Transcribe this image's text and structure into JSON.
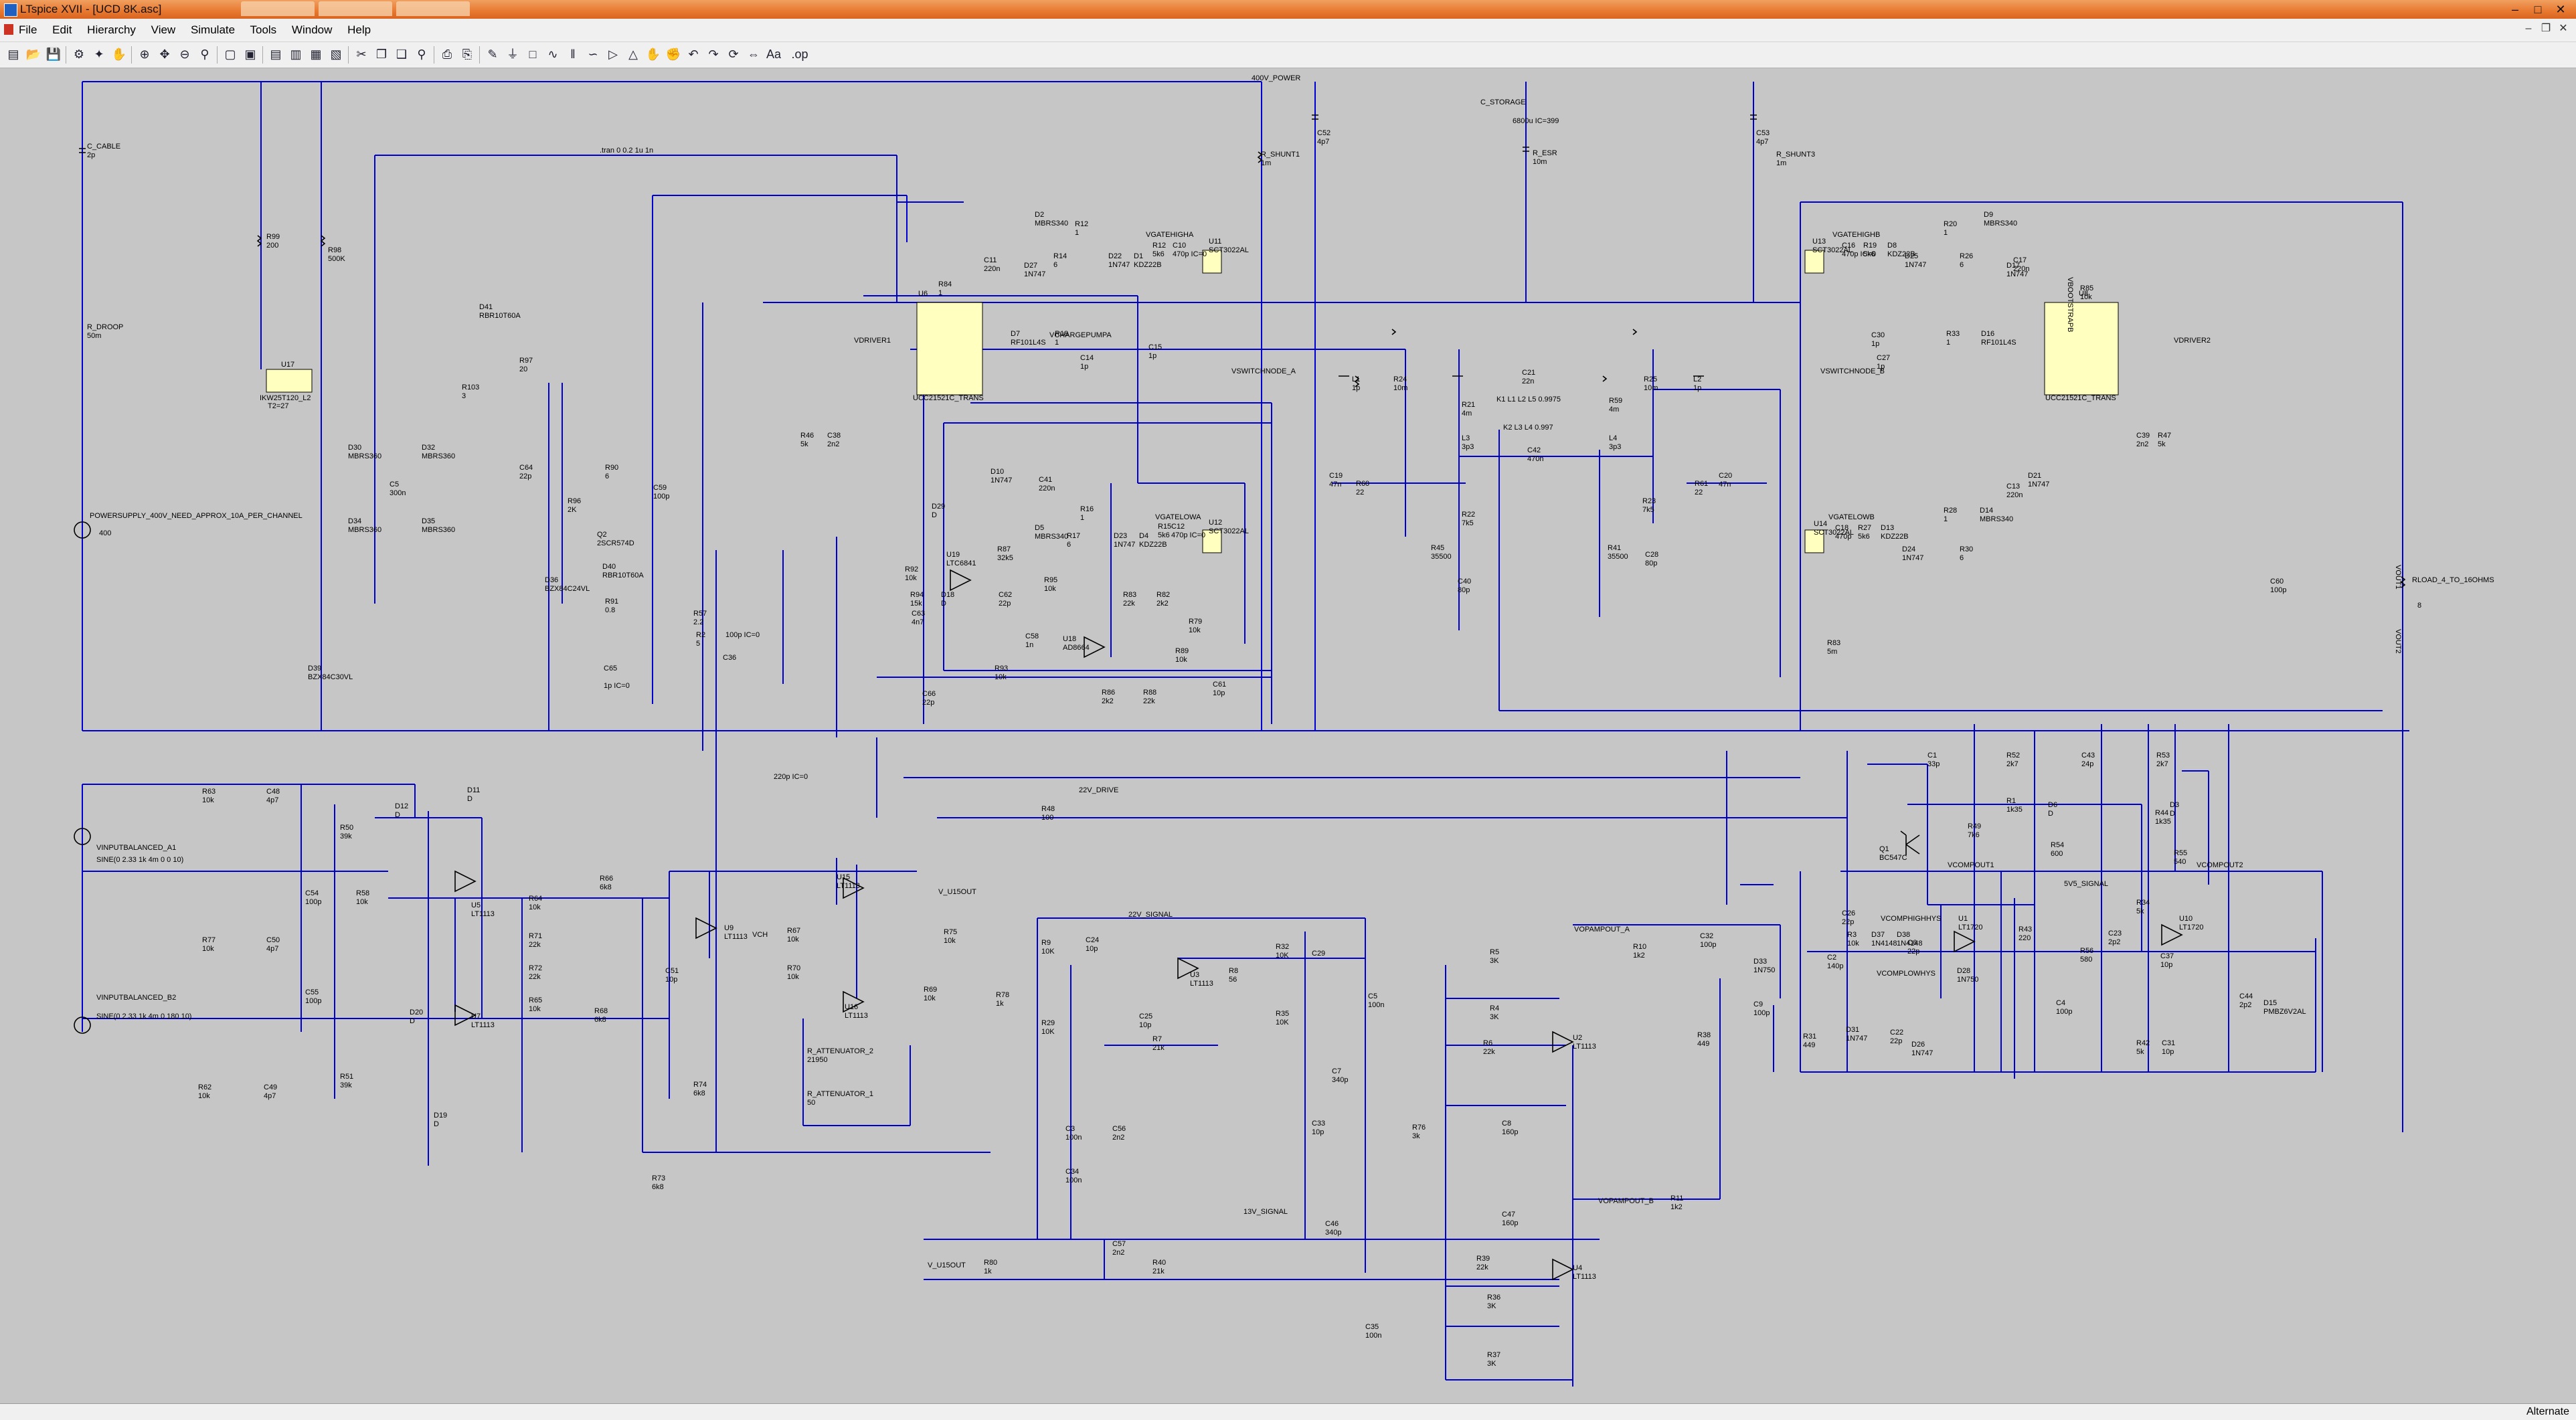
{
  "window": {
    "title": "LTspice XVII - [UCD 8K.asc]",
    "menus": [
      "File",
      "Edit",
      "Hierarchy",
      "View",
      "Simulate",
      "Tools",
      "Window",
      "Help"
    ],
    "status_text": "Alternate"
  },
  "schematic": {
    "directive": ".tran 0 0.2 1u 1n",
    "nets": {
      "power400": "400V_POWER",
      "c_storage": "C_STORAGE",
      "vswitch_a": "VSWITCHNODE_A",
      "vswitch_b": "VSWITCHNODE_B",
      "drive22": "22V_DRIVE",
      "signal22": "22V_SIGNAL",
      "v_u15out": "V_U15OUT",
      "v_u15out2": "V_U15OUT",
      "vopampout_a": "VOPAMPOUT_A",
      "vopampout_b": "VOPAMPOUT_B",
      "signal13": "13V_SIGNAL",
      "signal5": "5V5_SIGNAL",
      "vcompout1": "VCOMPOUT1",
      "vcompout2": "VCOMPOUT2",
      "vcomphighhys": "VCOMPHIGHHYS",
      "vcomplowhys": "VCOMPLOWHYS",
      "vgatehigha": "VGATEHIGHA",
      "vgatelowa": "VGATELOWA",
      "vgatehighb": "VGATEHIGHB",
      "vgatelowb": "VGATELOWB",
      "vdriver1": "VDRIVER1",
      "vdriver2": "VDRIVER2",
      "vchargepump": "VCHARGEPUMPA",
      "vout1": "VOUT1",
      "vout2": "VOUT2",
      "vch": "VCH",
      "vbootstrap_b": "VBOOTSTRAPB"
    },
    "texts": {
      "ps_label": "POWERSUPPLY_400V_NEED_APPROX_10A_PER_CHANNEL",
      "ps_val": "400",
      "vin_a": "VINPUTBALANCED_A1",
      "vin_a_sine": "SINE(0 2.33 1k 4m 0 0 10)",
      "vin_b": "VINPUTBALANCED_B2",
      "vin_b_sine": "SINE(0 2.33 1k 4m 0 180 10)",
      "rload": "RLOAD_4_TO_16OHMS",
      "rload_val": "8",
      "k1": "K1 L1 L2 L5 0.9975",
      "k2": "K2 L3 L4 0.997",
      "cstor_val": "6800u IC=399",
      "c45": "220p IC=0",
      "c36ic": "100p IC=0",
      "c65ic": "1p IC=0",
      "driver_part": "UCC21521C_TRANS",
      "u17_part": "IKW25T120_L2",
      "u17_t": "T2=27"
    },
    "components": [
      {
        "ref": "C_CABLE",
        "val": "2p"
      },
      {
        "ref": "R_DROOP",
        "val": "50m"
      },
      {
        "ref": "R99",
        "val": "200"
      },
      {
        "ref": "R98",
        "val": "500K"
      },
      {
        "ref": "U17",
        "val": ""
      },
      {
        "ref": "D41",
        "val": "RBR10T60A"
      },
      {
        "ref": "R97",
        "val": "20"
      },
      {
        "ref": "R103",
        "val": "3"
      },
      {
        "ref": "D30",
        "val": "MBRS360"
      },
      {
        "ref": "D32",
        "val": "MBRS360"
      },
      {
        "ref": "D34",
        "val": "MBRS360"
      },
      {
        "ref": "D35",
        "val": "MBRS360"
      },
      {
        "ref": "C5",
        "val": "300n"
      },
      {
        "ref": "C64",
        "val": "22p"
      },
      {
        "ref": "R90",
        "val": "6"
      },
      {
        "ref": "R96",
        "val": "2K"
      },
      {
        "ref": "Q2",
        "val": "2SCR574D"
      },
      {
        "ref": "D40",
        "val": "RBR10T60A"
      },
      {
        "ref": "D36",
        "val": "BZX84C24VL"
      },
      {
        "ref": "R91",
        "val": "0.8"
      },
      {
        "ref": "C65",
        "val": ""
      },
      {
        "ref": "D39",
        "val": "BZX84C30VL"
      },
      {
        "ref": "C59",
        "val": "100p"
      },
      {
        "ref": "R57",
        "val": "2.2"
      },
      {
        "ref": "R2",
        "val": "5"
      },
      {
        "ref": "C36",
        "val": ""
      },
      {
        "ref": "R46",
        "val": "5k"
      },
      {
        "ref": "C38",
        "val": "2n2"
      },
      {
        "ref": "R84",
        "val": "1"
      },
      {
        "ref": "U6",
        "val": ""
      },
      {
        "ref": "D2",
        "val": "MBRS340"
      },
      {
        "ref": "R12",
        "val": "1"
      },
      {
        "ref": "R14",
        "val": "6"
      },
      {
        "ref": "D27",
        "val": "1N747"
      },
      {
        "ref": "C11",
        "val": "220n"
      },
      {
        "ref": "D22",
        "val": "1N747"
      },
      {
        "ref": "D1",
        "val": "KDZ22B"
      },
      {
        "ref": "R12b",
        "val": "5k6"
      },
      {
        "ref": "C10",
        "val": "470p IC=0"
      },
      {
        "ref": "U11",
        "val": "SCT3022AL"
      },
      {
        "ref": "D7",
        "val": "RF101L4S"
      },
      {
        "ref": "R18",
        "val": "1"
      },
      {
        "ref": "C14",
        "val": "1p"
      },
      {
        "ref": "C15",
        "val": "1p"
      },
      {
        "ref": "L1",
        "val": "1p"
      },
      {
        "ref": "R24",
        "val": "10m"
      },
      {
        "ref": "C21",
        "val": "22n"
      },
      {
        "ref": "R25",
        "val": "10m"
      },
      {
        "ref": "L2",
        "val": "1p"
      },
      {
        "ref": "R_SHUNT1",
        "val": "1m"
      },
      {
        "ref": "C52",
        "val": "4p7"
      },
      {
        "ref": "R_ESR",
        "val": "10m"
      },
      {
        "ref": "C53",
        "val": "4p7"
      },
      {
        "ref": "R_SHUNT3",
        "val": "1m"
      },
      {
        "ref": "U13",
        "val": "SCT3022AL"
      },
      {
        "ref": "C16",
        "val": "470p IC=0"
      },
      {
        "ref": "R19",
        "val": "5k6"
      },
      {
        "ref": "D8",
        "val": "KDZ22B"
      },
      {
        "ref": "D25",
        "val": "1N747"
      },
      {
        "ref": "R20",
        "val": "1"
      },
      {
        "ref": "D9",
        "val": "MBRS340"
      },
      {
        "ref": "R26",
        "val": "6"
      },
      {
        "ref": "C17",
        "val": "220n"
      },
      {
        "ref": "D17",
        "val": "1N747"
      },
      {
        "ref": "R85",
        "val": "10k"
      },
      {
        "ref": "U8",
        "val": ""
      },
      {
        "ref": "C30",
        "val": "1p"
      },
      {
        "ref": "C27",
        "val": "1p"
      },
      {
        "ref": "R33",
        "val": "1"
      },
      {
        "ref": "D16",
        "val": "RF101L4S"
      },
      {
        "ref": "R21",
        "val": "4m"
      },
      {
        "ref": "L3",
        "val": "3p3"
      },
      {
        "ref": "R59",
        "val": "4m"
      },
      {
        "ref": "L4",
        "val": "3p3"
      },
      {
        "ref": "C42",
        "val": "470n"
      },
      {
        "ref": "C19",
        "val": "47n"
      },
      {
        "ref": "R60",
        "val": "22"
      },
      {
        "ref": "R22",
        "val": "7k5"
      },
      {
        "ref": "R45",
        "val": "35500"
      },
      {
        "ref": "C40",
        "val": "80p"
      },
      {
        "ref": "R41",
        "val": "35500"
      },
      {
        "ref": "R23",
        "val": "7k5"
      },
      {
        "ref": "C28",
        "val": "80p"
      },
      {
        "ref": "R61",
        "val": "22"
      },
      {
        "ref": "C20",
        "val": "47n"
      },
      {
        "ref": "U14",
        "val": "SCT3022AL"
      },
      {
        "ref": "C18",
        "val": "470p"
      },
      {
        "ref": "R27",
        "val": "5k6"
      },
      {
        "ref": "D13",
        "val": "KDZ22B"
      },
      {
        "ref": "D24",
        "val": "1N747"
      },
      {
        "ref": "R28",
        "val": "1"
      },
      {
        "ref": "D14",
        "val": "MBRS340"
      },
      {
        "ref": "R30",
        "val": "6"
      },
      {
        "ref": "C13",
        "val": "220n"
      },
      {
        "ref": "D21",
        "val": "1N747"
      },
      {
        "ref": "C39",
        "val": "2n2"
      },
      {
        "ref": "R47",
        "val": "5k"
      },
      {
        "ref": "C60",
        "val": "100p"
      },
      {
        "ref": "R83",
        "val": "5m"
      },
      {
        "ref": "D10",
        "val": "1N747"
      },
      {
        "ref": "C41",
        "val": "220n"
      },
      {
        "ref": "D5",
        "val": "MBRS340"
      },
      {
        "ref": "R16",
        "val": "1"
      },
      {
        "ref": "R17",
        "val": "6"
      },
      {
        "ref": "D23",
        "val": "1N747"
      },
      {
        "ref": "D4",
        "val": "KDZ22B"
      },
      {
        "ref": "R15",
        "val": "5k6"
      },
      {
        "ref": "C12",
        "val": "470p IC=0"
      },
      {
        "ref": "U12",
        "val": "SCT3022AL"
      },
      {
        "ref": "R87",
        "val": "32k5"
      },
      {
        "ref": "U19",
        "val": "LTC6841"
      },
      {
        "ref": "D29",
        "val": "D"
      },
      {
        "ref": "R92",
        "val": "10k"
      },
      {
        "ref": "R94",
        "val": "15k"
      },
      {
        "ref": "C63",
        "val": "4n7"
      },
      {
        "ref": "D18",
        "val": "D"
      },
      {
        "ref": "C62",
        "val": "22p"
      },
      {
        "ref": "R95",
        "val": "10k"
      },
      {
        "ref": "C58",
        "val": "1n"
      },
      {
        "ref": "R93",
        "val": "10k"
      },
      {
        "ref": "C66",
        "val": "22p"
      },
      {
        "ref": "U18",
        "val": "AD8664"
      },
      {
        "ref": "R83b",
        "val": "22k"
      },
      {
        "ref": "R82",
        "val": "2k2"
      },
      {
        "ref": "R79",
        "val": "10k"
      },
      {
        "ref": "R89",
        "val": "10k"
      },
      {
        "ref": "R86",
        "val": "2k2"
      },
      {
        "ref": "R88",
        "val": "22k"
      },
      {
        "ref": "C61",
        "val": "10p"
      },
      {
        "ref": "R63",
        "val": "10k"
      },
      {
        "ref": "C48",
        "val": "4p7"
      },
      {
        "ref": "R50",
        "val": "39k"
      },
      {
        "ref": "D12",
        "val": "D"
      },
      {
        "ref": "D11",
        "val": "D"
      },
      {
        "ref": "C54",
        "val": "100p"
      },
      {
        "ref": "R58",
        "val": "10k"
      },
      {
        "ref": "U5",
        "val": "LT1113"
      },
      {
        "ref": "R64",
        "val": "10k"
      },
      {
        "ref": "R71",
        "val": "22k"
      },
      {
        "ref": "R66",
        "val": "6k8"
      },
      {
        "ref": "R77",
        "val": "10k"
      },
      {
        "ref": "C50",
        "val": "4p7"
      },
      {
        "ref": "C55",
        "val": "100p"
      },
      {
        "ref": "R72",
        "val": "22k"
      },
      {
        "ref": "R65",
        "val": "10k"
      },
      {
        "ref": "U7",
        "val": "LT1113"
      },
      {
        "ref": "R68",
        "val": "6k8"
      },
      {
        "ref": "D20",
        "val": "D"
      },
      {
        "ref": "R51",
        "val": "39k"
      },
      {
        "ref": "R62",
        "val": "10k"
      },
      {
        "ref": "C49",
        "val": "4p7"
      },
      {
        "ref": "D19",
        "val": "D"
      },
      {
        "ref": "R73",
        "val": "6k8"
      },
      {
        "ref": "R74",
        "val": "6k8"
      },
      {
        "ref": "C51",
        "val": "10p"
      },
      {
        "ref": "U9",
        "val": "LT1113"
      },
      {
        "ref": "R67",
        "val": "10k"
      },
      {
        "ref": "R70",
        "val": "10k"
      },
      {
        "ref": "U15",
        "val": "LT1113"
      },
      {
        "ref": "U16",
        "val": "LT1113"
      },
      {
        "ref": "R69",
        "val": "10k"
      },
      {
        "ref": "R75",
        "val": "10k"
      },
      {
        "ref": "R_ATTENUATOR_2",
        "val": "21950"
      },
      {
        "ref": "R_ATTENUATOR_1",
        "val": "50"
      },
      {
        "ref": "R48",
        "val": "100"
      },
      {
        "ref": "R78",
        "val": "1k"
      },
      {
        "ref": "R9",
        "val": "10K"
      },
      {
        "ref": "C24",
        "val": "10p"
      },
      {
        "ref": "R29",
        "val": "10K"
      },
      {
        "ref": "C25",
        "val": "10p"
      },
      {
        "ref": "R7",
        "val": "21k"
      },
      {
        "ref": "U3",
        "val": "LT1113"
      },
      {
        "ref": "R8",
        "val": "56"
      },
      {
        "ref": "R32",
        "val": "10K"
      },
      {
        "ref": "C29",
        "val": ""
      },
      {
        "ref": "R35",
        "val": "10K"
      },
      {
        "ref": "C3",
        "val": "100n"
      },
      {
        "ref": "C56",
        "val": "2n2"
      },
      {
        "ref": "C34",
        "val": "100n"
      },
      {
        "ref": "C57",
        "val": "2n2"
      },
      {
        "ref": "R40",
        "val": "21k"
      },
      {
        "ref": "R80",
        "val": "1k"
      },
      {
        "ref": "C5b",
        "val": "100n"
      },
      {
        "ref": "C7",
        "val": "340p"
      },
      {
        "ref": "C33",
        "val": "10p"
      },
      {
        "ref": "C46",
        "val": "340p"
      },
      {
        "ref": "C35",
        "val": "100n"
      },
      {
        "ref": "R76",
        "val": "3k"
      },
      {
        "ref": "R5",
        "val": "3K"
      },
      {
        "ref": "R4",
        "val": "3K"
      },
      {
        "ref": "R6",
        "val": "22k"
      },
      {
        "ref": "U2",
        "val": "LT1113"
      },
      {
        "ref": "C8",
        "val": "160p"
      },
      {
        "ref": "C47",
        "val": "160p"
      },
      {
        "ref": "R39",
        "val": "22k"
      },
      {
        "ref": "R36",
        "val": "3K"
      },
      {
        "ref": "R37",
        "val": "3K"
      },
      {
        "ref": "U4",
        "val": "LT1113"
      },
      {
        "ref": "R10",
        "val": "1k2"
      },
      {
        "ref": "C32",
        "val": "100p"
      },
      {
        "ref": "R11",
        "val": "1k2"
      },
      {
        "ref": "R38",
        "val": "449"
      },
      {
        "ref": "D33",
        "val": "1N750"
      },
      {
        "ref": "C9",
        "val": "100p"
      },
      {
        "ref": "R31",
        "val": "449"
      },
      {
        "ref": "D31",
        "val": "1N747"
      },
      {
        "ref": "C26",
        "val": "22p"
      },
      {
        "ref": "R3",
        "val": "10k"
      },
      {
        "ref": "C2",
        "val": "140p"
      },
      {
        "ref": "D37",
        "val": "1N4148"
      },
      {
        "ref": "D38",
        "val": "1N4148"
      },
      {
        "ref": "C6",
        "val": "22p"
      },
      {
        "ref": "C22",
        "val": "22p"
      },
      {
        "ref": "D26",
        "val": "1N747"
      },
      {
        "ref": "U1",
        "val": "LT1720"
      },
      {
        "ref": "D28",
        "val": "1N750"
      },
      {
        "ref": "R43",
        "val": "220"
      },
      {
        "ref": "C4",
        "val": "100p"
      },
      {
        "ref": "R56",
        "val": "580"
      },
      {
        "ref": "C23",
        "val": "2p2"
      },
      {
        "ref": "R34",
        "val": "5k"
      },
      {
        "ref": "C37",
        "val": "10p"
      },
      {
        "ref": "U10",
        "val": "LT1720"
      },
      {
        "ref": "R42",
        "val": "5k"
      },
      {
        "ref": "C31",
        "val": "10p"
      },
      {
        "ref": "C44",
        "val": "2p2"
      },
      {
        "ref": "D15",
        "val": "PMBZ6V2AL"
      },
      {
        "ref": "C1",
        "val": "33p"
      },
      {
        "ref": "R52",
        "val": "2k7"
      },
      {
        "ref": "C43",
        "val": "24p"
      },
      {
        "ref": "R53",
        "val": "2k7"
      },
      {
        "ref": "R1",
        "val": "1k35"
      },
      {
        "ref": "R49",
        "val": "7k6"
      },
      {
        "ref": "Q1",
        "val": "BC547C"
      },
      {
        "ref": "D6",
        "val": "D"
      },
      {
        "ref": "R54",
        "val": "600"
      },
      {
        "ref": "D3",
        "val": "D"
      },
      {
        "ref": "R44",
        "val": "1k35"
      },
      {
        "ref": "R55",
        "val": "540"
      }
    ]
  }
}
